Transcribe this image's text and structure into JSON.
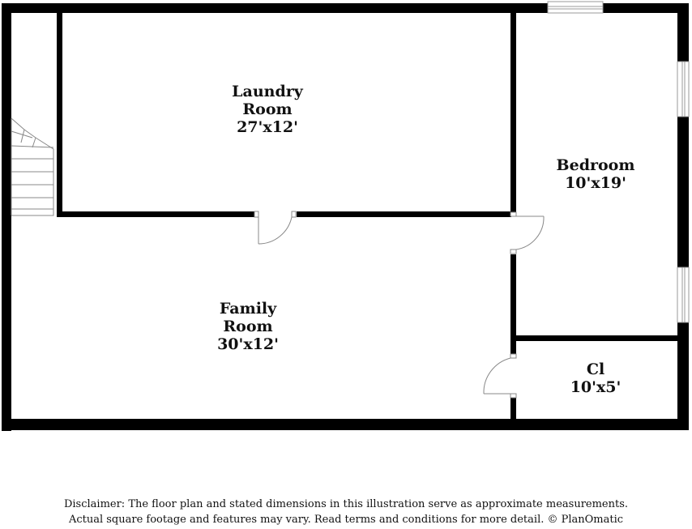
{
  "rooms": {
    "laundry": {
      "name_line1": "Laundry",
      "name_line2": "Room",
      "dims": "27'x12'"
    },
    "bedroom": {
      "name": "Bedroom",
      "dims": "10'x19'"
    },
    "family": {
      "name_line1": "Family",
      "name_line2": "Room",
      "dims": "30'x12'"
    },
    "closet": {
      "name": "Cl",
      "dims": "10'x5'"
    }
  },
  "disclaimer": {
    "line1": "Disclaimer: The floor plan and stated dimensions in this illustration serve as approximate measurements.",
    "line2": "Actual square footage and features may vary. Read terms and conditions for more detail. © PlanOmatic"
  },
  "colors": {
    "wall": "#000000",
    "background": "#ffffff",
    "fixture": "#888888"
  }
}
